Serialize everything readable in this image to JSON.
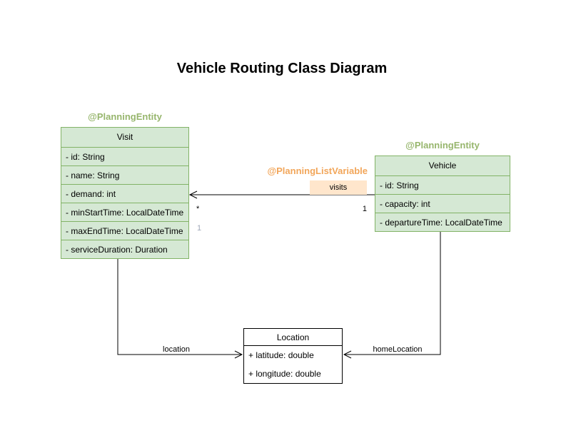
{
  "title": "Vehicle Routing Class Diagram",
  "classes": {
    "visit": {
      "annotation": "@PlanningEntity",
      "name": "Visit",
      "fields": [
        "- id: String",
        "- name: String",
        "- demand: int",
        "- minStartTime: LocalDateTime",
        "- maxEndTime: LocalDateTime",
        "- serviceDuration: Duration"
      ]
    },
    "vehicle": {
      "annotation": "@PlanningEntity",
      "name": "Vehicle",
      "fields": [
        "- id: String",
        "- capacity: int",
        "- departureTime: LocalDateTime"
      ]
    },
    "location": {
      "name": "Location",
      "fields": [
        "+ latitude: double",
        "+ longitude: double"
      ]
    }
  },
  "relations": {
    "visits": {
      "annotation": "@PlanningListVariable",
      "label": "visits",
      "multiplicity_target": "*",
      "multiplicity_source": "1",
      "multiplicity_extra": "1"
    },
    "location_edge": {
      "label": "location"
    },
    "home_location_edge": {
      "label": "homeLocation"
    }
  },
  "colors": {
    "entity_fill": "#d5e8d4",
    "entity_border": "#82b366",
    "entity_annotation_text": "#97b66d",
    "list_variable_annotation_text": "#f2a65a",
    "visits_label_bg": "#ffe6cc",
    "plain_fill": "#ffffff",
    "plain_border": "#000000"
  }
}
